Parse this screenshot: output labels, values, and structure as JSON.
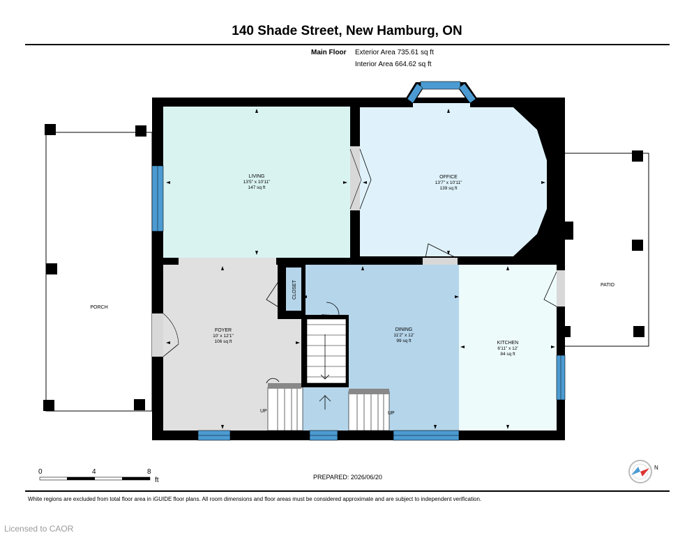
{
  "header": {
    "title": "140 Shade Street, New Hamburg, ON",
    "floor_label": "Main Floor",
    "exterior_area": "Exterior Area 735.61 sq ft",
    "interior_area": "Interior Area 664.62 sq ft"
  },
  "rooms": [
    {
      "id": "living",
      "name": "LIVING",
      "dims": "13'5\" x 10'11\"",
      "area": "147 sq ft"
    },
    {
      "id": "office",
      "name": "OFFICE",
      "dims": "13'7\" x 10'11\"",
      "area": "139 sq ft"
    },
    {
      "id": "foyer",
      "name": "FOYER",
      "dims": "10' x 12'1\"",
      "area": "106 sq ft"
    },
    {
      "id": "dining",
      "name": "DINING",
      "dims": "11'2\" x 12'",
      "area": "99 sq ft"
    },
    {
      "id": "kitchen",
      "name": "KITCHEN",
      "dims": "6'11\" x 12'",
      "area": "84 sq ft"
    }
  ],
  "labels": {
    "porch": "PORCH",
    "patio": "PATIO",
    "closet": "CLOSET",
    "down": "DN",
    "up_left": "UP",
    "up_right": "UP"
  },
  "scale": {
    "tick0": "0",
    "tick4": "4",
    "tick8": "8",
    "unit": "ft"
  },
  "compass": {
    "north": "N"
  },
  "footer": {
    "prepared": "PREPARED: 2026/06/20",
    "disclaimer": "White regions are excluded from total floor area in iGUIDE floor plans. All room dimensions and floor areas must be considered approximate and are subject to independent verification.",
    "license": "Licensed to CAOR"
  },
  "colors": {
    "wall": "#000000",
    "living": "#d9f3f1",
    "office": "#dff2fb",
    "foyer": "#e0e0e0",
    "dining": "#b5d5ea",
    "kitchen": "#eefbfb",
    "window": "#4b9bd2",
    "door_gap": "#d8d8d8"
  }
}
